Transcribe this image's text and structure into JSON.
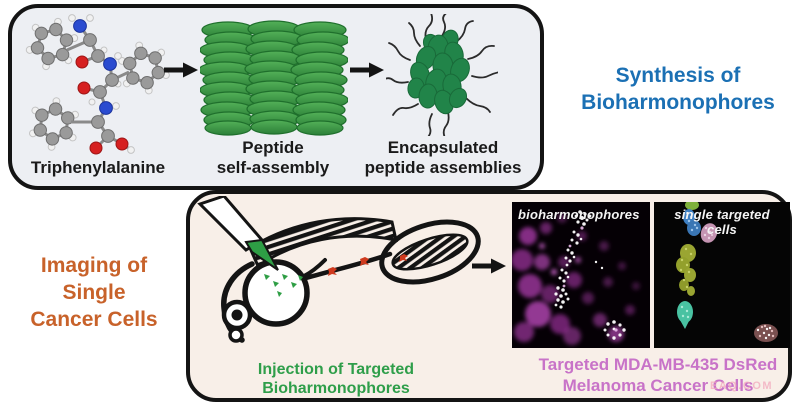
{
  "figure": {
    "synthesis": {
      "title_lines": [
        "Synthesis of",
        "Bioharmonophores"
      ],
      "title_color": "#1b70b4",
      "molecule_label": "Triphenylalanine",
      "assembly_label_lines": [
        "Peptide",
        "self-assembly"
      ],
      "encapsulated_label_lines": [
        "Encapsulated",
        "peptide assemblies"
      ],
      "panel_bg": "#edeff3"
    },
    "imaging": {
      "title_lines": [
        "Imaging of",
        "Single",
        "Cancer Cells"
      ],
      "title_color": "#c8622a",
      "injection_label_lines": [
        "Injection of Targeted",
        "Bioharmonophores"
      ],
      "injection_label_color": "#2f9e4a",
      "micrographs": [
        {
          "caption": "bioharmonophores"
        },
        {
          "caption": "single targeted cells"
        }
      ],
      "result_label_lines": [
        "Targeted MDA-MB-435 DsRed",
        "Melanoma Cancer Cells"
      ],
      "result_label_color": "#c873c8",
      "panel_bg": "#f8efe8"
    },
    "watermark": "EAQ.COM"
  }
}
